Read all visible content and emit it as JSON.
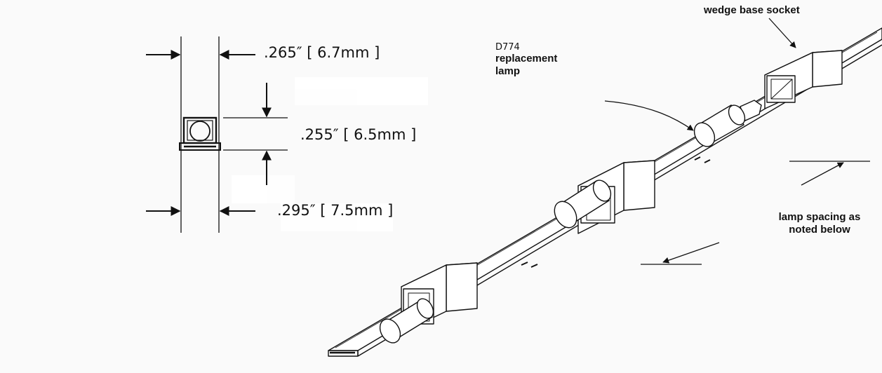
{
  "dimensions": {
    "width_top": ".265″ [ 6.7mm ]",
    "height": ".255″ [ 6.5mm ]",
    "width_bottom": ".295″ [ 7.5mm ]"
  },
  "callouts": {
    "lamp_model": "D774",
    "lamp_line1": "replacement",
    "lamp_line2": "lamp",
    "socket": "wedge base socket",
    "spacing_line1": "lamp spacing as",
    "spacing_line2": "noted below"
  }
}
